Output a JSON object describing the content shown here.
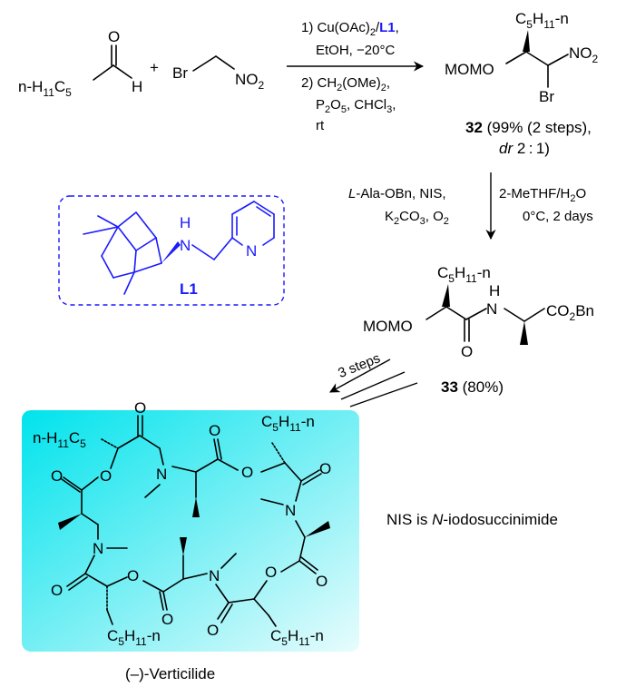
{
  "step1": {
    "aldehyde_chain": "n-H",
    "aldehyde_chain_sub1": "11",
    "aldehyde_chain_mid": "C",
    "aldehyde_chain_sub2": "5",
    "aldehyde_O": "O",
    "aldehyde_H": "H",
    "plus": "+",
    "reagent_Br": "Br",
    "reagent_NO": "NO",
    "reagent_NO_sub": "2",
    "cond1_num": "1) Cu(OAc)",
    "cond1_sub": "2",
    "cond1_slash": "/",
    "cond1_ligand": "L1",
    "cond1_comma": ",",
    "cond1_line2": "EtOH, −20°C",
    "cond2_a": "2) CH",
    "cond2_a_sub": "2",
    "cond2_b": "(OMe)",
    "cond2_b_sub": "2",
    "cond2_c": ",",
    "cond2_d": "P",
    "cond2_d_sub1": "2",
    "cond2_e": "O",
    "cond2_e_sub": "5",
    "cond2_f": ", CHCl",
    "cond2_f_sub": "3",
    "cond2_g": ",",
    "cond2_h": "rt"
  },
  "cmpd32": {
    "chain_C": "C",
    "chain_sub1": "5",
    "chain_H": "H",
    "chain_sub2": "11",
    "chain_n": "-n",
    "mom": "MOMO",
    "no2": "NO",
    "no2_sub": "2",
    "br": "Br",
    "label_num": "32",
    "label_yield": " (99% (2 steps),",
    "label_dr_i": "dr",
    "label_dr": " 2 : 1)"
  },
  "step2": {
    "left_line1_i": "L",
    "left_line1": "-Ala-OBn, NIS,",
    "left_line2_a": "K",
    "left_line2_a_sub": "2",
    "left_line2_b": "CO",
    "left_line2_b_sub": "3",
    "left_line2_c": ", O",
    "left_line2_c_sub": "2",
    "right_line1_a": "2-MeTHF/H",
    "right_line1_sub": "2",
    "right_line1_b": "O",
    "right_line2": "0°C, 2 days"
  },
  "ligand": {
    "H": "H",
    "N": "N",
    "pyN": "N",
    "label": "L1"
  },
  "cmpd33": {
    "chain_C": "C",
    "chain_sub1": "5",
    "chain_H": "H",
    "chain_sub2": "11",
    "chain_n": "-n",
    "mom": "MOMO",
    "N": "N",
    "H": "H",
    "O": "O",
    "ester": "CO",
    "ester_sub": "2",
    "ester_bn": "Bn",
    "label_num": "33",
    "label_yield": " (80%)"
  },
  "step3": {
    "label": "3 steps"
  },
  "verticilide": {
    "chains": [
      {
        "C": "C",
        "s1": "5",
        "H": "H",
        "s2": "11",
        "n": "-n"
      }
    ],
    "chain_tl_a": "n-H",
    "chain_tl_sub1": "11",
    "chain_tl_b": "C",
    "chain_tl_sub2": "5",
    "O_atoms": "O",
    "N_atoms": "N",
    "name": "(–)-Verticilide",
    "bg_color_left": "#00e5ee",
    "bg_color_right": "#e6fbfc"
  },
  "note": {
    "a": "NIS is ",
    "b_i": "N",
    "c": "-iodosuccinimide"
  },
  "colors": {
    "ligand": "#1a1aff",
    "highlight": "#00e5ee"
  }
}
